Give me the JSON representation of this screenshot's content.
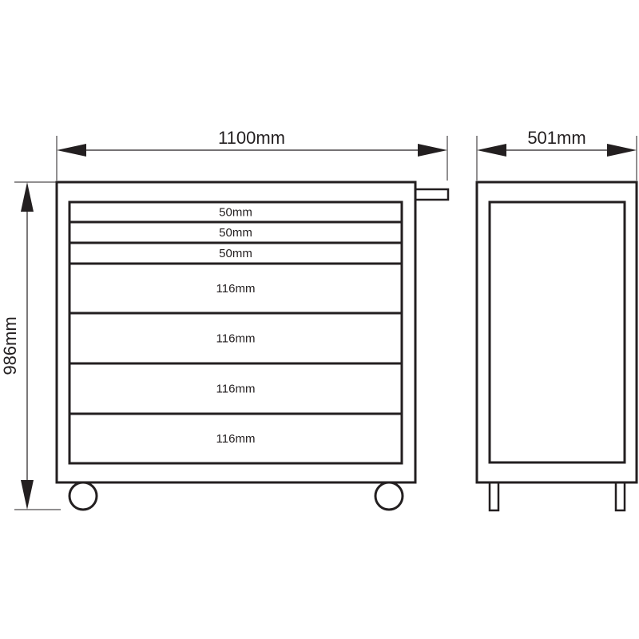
{
  "dimensions": {
    "width": "1100mm",
    "depth": "501mm",
    "height": "986mm"
  },
  "drawers": [
    {
      "label": "50mm"
    },
    {
      "label": "50mm"
    },
    {
      "label": "50mm"
    },
    {
      "label": "116mm"
    },
    {
      "label": "116mm"
    },
    {
      "label": "116mm"
    },
    {
      "label": "116mm"
    }
  ],
  "colors": {
    "line": "#231f20",
    "background": "#ffffff"
  }
}
